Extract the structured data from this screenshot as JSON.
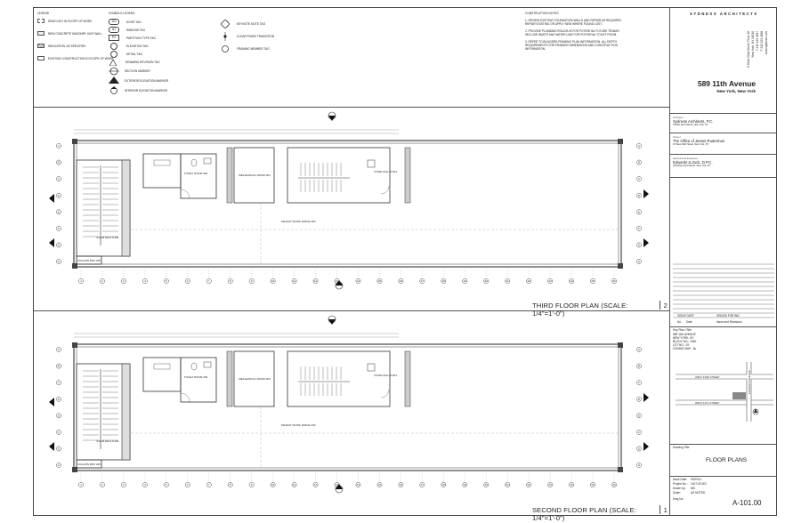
{
  "legend": {
    "heading": "LEGEND",
    "items": [
      "DEMO NOT IN SCOPE OF WORK",
      "NEW CONCRETE MASONRY UNIT WALL",
      "INSULATION, AS SPECIFIED",
      "EXISTING CONSTRUCTION IN SCOPE OF WORK"
    ]
  },
  "symbol_legend": {
    "heading": "SYMBOLS LEGEND",
    "col1": [
      "DOOR TAG",
      "WINDOW TAG",
      "PARTITION TYPE TAG",
      "ELEVATION TAG",
      "DETAIL TAG",
      "DRAWING REVISION TAG",
      "SECTION MARKER",
      "EXTERIOR ELEVATION MARKER",
      "INTERIOR ELEVATION MARKER"
    ],
    "col1_tags": [
      "101",
      "A1",
      "P2"
    ],
    "col2": [
      "KEYNOTE NOTE TAG",
      "CLEAR FINISH TRANSITION",
      "FRAMING MEMBER TAG"
    ]
  },
  "construction_notes": {
    "heading": "CONSTRUCTION NOTES",
    "notes": [
      "1. REVIEW EXISTING FOUNDATION WALLS AND REPAIR AS REQUIRED. REPAIR EXISTING OR APPLY NEW WHERE FOUND LOST.",
      "2. PROVIDE PLUMBING ROUGH-IN FOR POTENTIAL FUTURE TENANT. INCLUDE WASTE AND WATER LINE FOR POTENTIAL TOILET ROOM.",
      "3. REFER TO BUILDERS FRAMING PLAN INFORMATION. ALL DEPTH REQUIREMENTS FOR FRAMING DIMENSIONS AND CONSTRUCTION INFORMATION."
    ]
  },
  "firm": {
    "name": "SYDNESS ARCHITECTS",
    "address_lines": [
      "6 West 22nd Street, Floor 10",
      "New York, NY 10010",
      "T 212 123 4567",
      "F 212 123 4568",
      "www.sydness.com"
    ]
  },
  "project": {
    "title": "589 11th Avenue",
    "city": "New York, New York"
  },
  "title_block": {
    "architect_label": "Architect",
    "architect": "Sydness Architects, P.C.",
    "architect_address": "6 West 22nd Street, New York, NY",
    "owner_label": "Owner",
    "owner": "The Office of James Ruderman",
    "owner_address": "15 West 39th Street, New York, NY",
    "engineer_label": "Mechanical Engineer",
    "engineer": "Edwards & Zuck, D.P.C.",
    "engineer_address": "330 West 42nd Street, New York, NY",
    "issue_headers": [
      "ISSUE DATE",
      "ISSUED FOR BID"
    ],
    "issue_row": [
      "No.",
      "Date",
      "Issue and Revisions"
    ],
    "key_plan_label": "Key Plan / Site",
    "key_plan_lines": [
      "589 11th AVENUE",
      "NEW YORK, NY",
      "BLOCK NO.: 1090",
      "LOT NO.: 29",
      "ZONING MAP : 8c"
    ],
    "key_plan_streets": [
      "WEST 43RD STREET",
      "WEST 44TH STREET",
      "ELEVENTH AVENUE"
    ],
    "drawing_title_label": "Drawing Title",
    "drawing_title": "FLOOR PLANS",
    "meta": [
      [
        "Issue Date:",
        "09/29/11"
      ],
      [
        "Project No.:",
        "1407-00-001"
      ],
      [
        "Drawn by:",
        "MD"
      ],
      [
        "Scale:",
        "AS NOTED"
      ]
    ],
    "sheet_label": "Dwg No.",
    "sheet_number": "A-101.00"
  },
  "plans": [
    {
      "title": "THIRD FLOOR PLAN (SCALE: 1/4\"=1'-0\")",
      "number": "2",
      "rooms": [
        "TOILET ROOM 302",
        "MECHANICAL ROOM 303",
        "STAIR HALL B 304",
        "TENANT WORK SPACE 300",
        "STAIR HALL A 301",
        "COLUMN BOX 305"
      ],
      "rooms_short": [
        "TOILET\nROOM",
        "MECHANICAL\nROOM",
        "STAIR\nHALL B",
        "TENANT\nWORK SPACE",
        "STAIR\nHALL A",
        "COLUMN\nBOX"
      ]
    },
    {
      "title": "SECOND FLOOR PLAN (SCALE: 1/4\"=1'-0\")",
      "number": "1",
      "rooms": [
        "TOILET ROOM 202",
        "MECHANICAL ROOM 203",
        "STAIR HALL B 204",
        "TENANT WORK SPACE 200",
        "STAIR HALL A 201",
        "COLUMN BOX 205"
      ]
    }
  ],
  "grid_labels": [
    "1",
    "2",
    "3",
    "4",
    "5",
    "6",
    "7",
    "8",
    "9",
    "10",
    "11",
    "12",
    "13",
    "14",
    "15",
    "16",
    "17",
    "18",
    "19",
    "20",
    "21",
    "22",
    "23",
    "24",
    "25",
    "26"
  ],
  "row_labels": [
    "A",
    "B",
    "C",
    "D",
    "E",
    "F",
    "G",
    "H"
  ]
}
